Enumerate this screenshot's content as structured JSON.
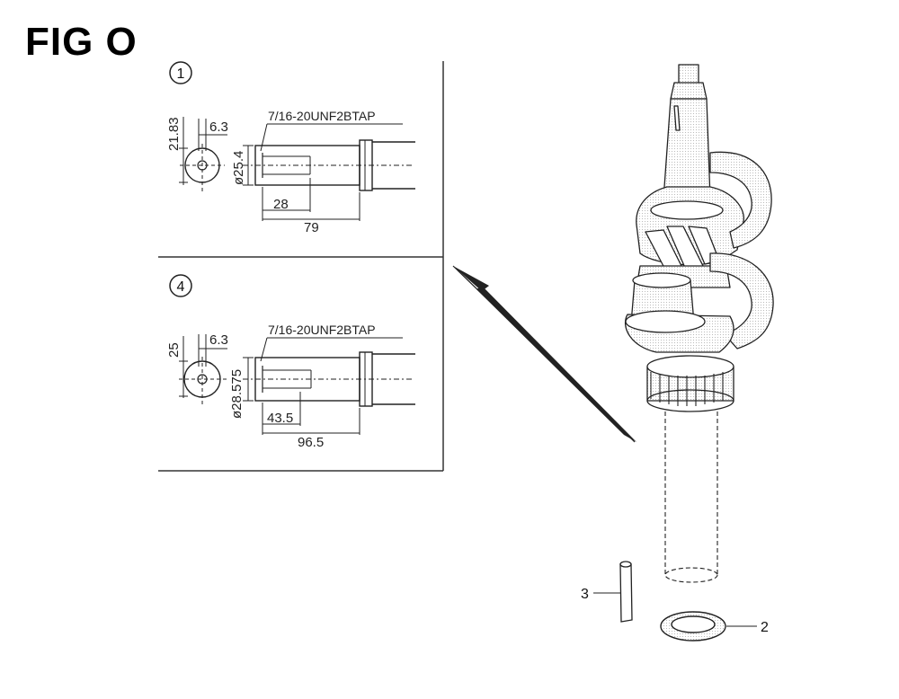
{
  "figure": {
    "title": "FIG O"
  },
  "details": [
    {
      "id": "1",
      "tap_label": "7/16-20UNF2BTAP",
      "dims": {
        "height": "21.83",
        "offset": "6.3",
        "diameter": "ø25.4",
        "depth": "28",
        "length": "79"
      }
    },
    {
      "id": "4",
      "tap_label": "7/16-20UNF2BTAP",
      "dims": {
        "height": "25",
        "offset": "6.3",
        "diameter": "ø28.575",
        "depth": "43.5",
        "length": "96.5"
      }
    }
  ],
  "parts": [
    {
      "number": "2",
      "icon": "washer-icon"
    },
    {
      "number": "3",
      "icon": "key-icon"
    }
  ]
}
